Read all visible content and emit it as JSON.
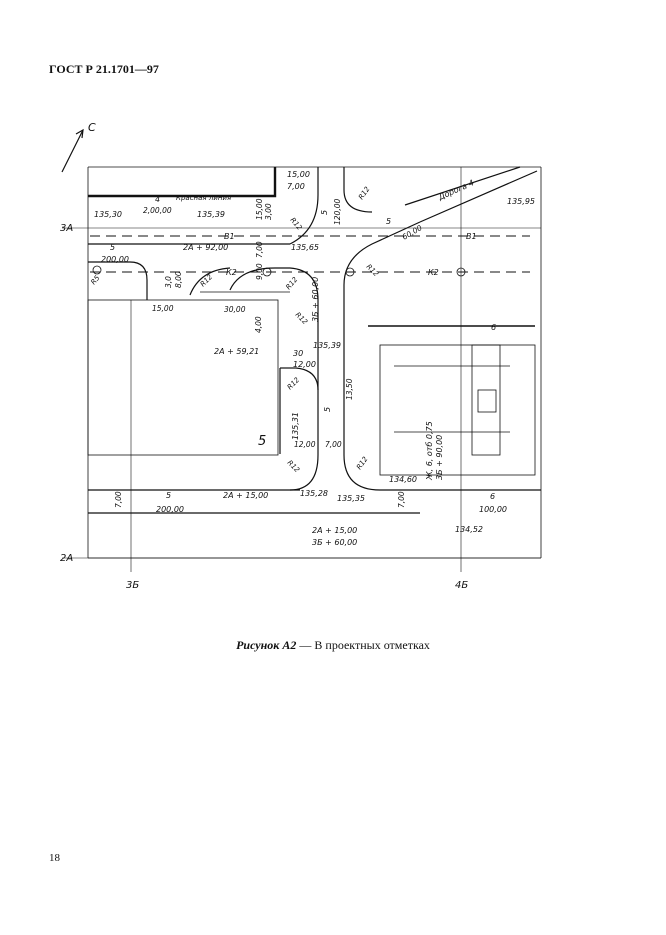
{
  "header": {
    "title": "ГОСТ Р 21.1701—97"
  },
  "caption": {
    "figure": "Рисунок А2",
    "dash": "—",
    "text": "В проектных отметках"
  },
  "page_number": "18",
  "drawing": {
    "north": "С",
    "red_line": "Красная линия",
    "road_name": "Дорога 4",
    "grid_rows": [
      "3А",
      "2А"
    ],
    "grid_cols": [
      "3Б",
      "4Б"
    ],
    "elevations": [
      "15,00",
      "7,00",
      "135,30",
      "200,00",
      "135,39",
      "135,95",
      "135,65",
      "135,39",
      "30",
      "12,00",
      "135,31",
      "134,60",
      "135,28",
      "135,35",
      "100,00",
      "134,52",
      "200,00"
    ],
    "radii": [
      "R12",
      "R12",
      "R12",
      "R12",
      "R12",
      "R12",
      "R12",
      "R12",
      "R12",
      "R5"
    ],
    "segments": [
      "4",
      "5",
      "5",
      "5",
      "5",
      "5",
      "6",
      "6"
    ],
    "distances": [
      "2,00,00",
      "15,00",
      "3,00",
      "7,00",
      "9,00",
      "3,0",
      "8,00",
      "15,00",
      "30,00",
      "4,00",
      "12,00",
      "7,00",
      "7,00",
      "7,00",
      "60,00",
      "120,00",
      "13,50"
    ],
    "stations": [
      "2А + 92,00",
      "2А + 59,21",
      "3Б + 60,00",
      "2А + 15,00",
      "2А + 15,00",
      "3Б + 60,00",
      "3Б + 90,00",
      "Ж, 6, отб 0,75"
    ],
    "networks": [
      "В1",
      "В1",
      "К2",
      "К2"
    ],
    "labels": {
      "block": "5"
    }
  }
}
